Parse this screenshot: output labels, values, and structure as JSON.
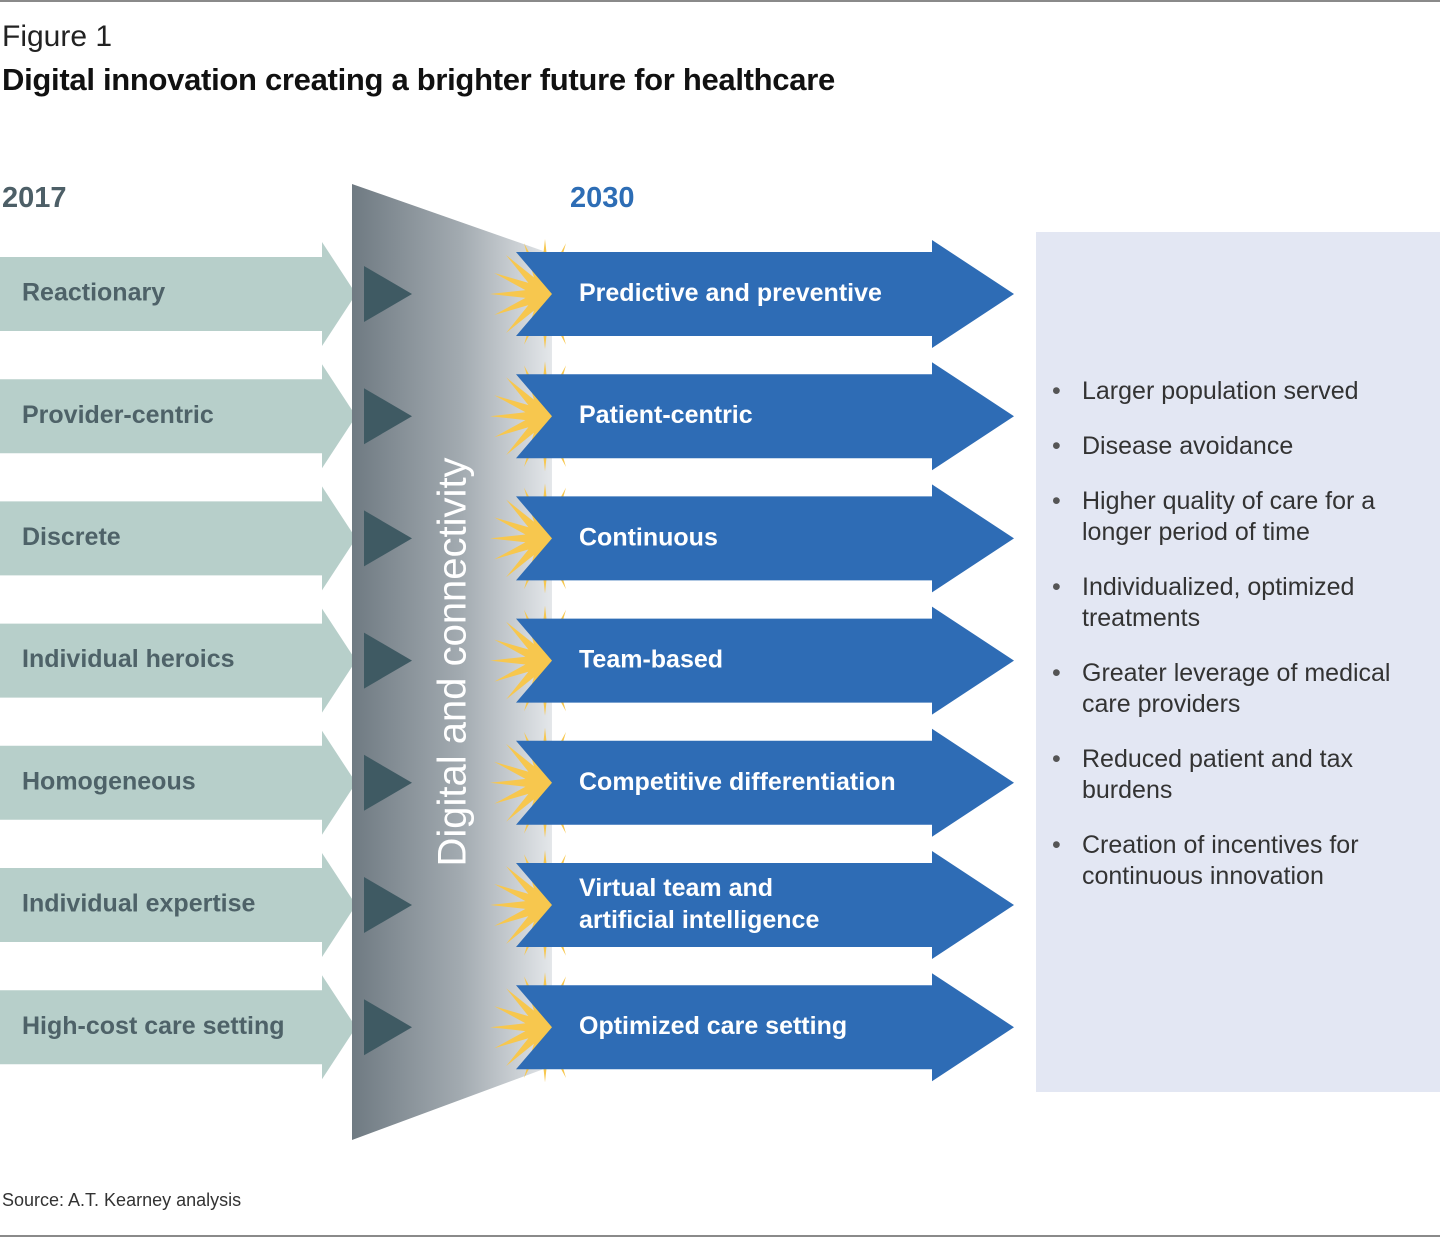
{
  "figure_label": "Figure 1",
  "title": "Digital innovation creating a brighter future for healthcare",
  "year_left": "2017",
  "year_right": "2030",
  "funnel_label": "Digital and connectivity",
  "rows": [
    {
      "from": "Reactionary",
      "to": [
        "Predictive and preventive"
      ]
    },
    {
      "from": "Provider-centric",
      "to": [
        "Patient-centric"
      ]
    },
    {
      "from": "Discrete",
      "to": [
        "Continuous"
      ]
    },
    {
      "from": "Individual heroics",
      "to": [
        "Team-based"
      ]
    },
    {
      "from": "Homogeneous",
      "to": [
        "Competitive differentiation"
      ]
    },
    {
      "from": "Individual expertise",
      "to": [
        "Virtual team and",
        "artificial intelligence"
      ]
    },
    {
      "from": "High-cost care setting",
      "to": [
        "Optimized care setting"
      ]
    }
  ],
  "benefits": [
    "Larger population served",
    "Disease avoidance",
    "Higher quality of care for a longer period of time",
    "Individualized, optimized treatments",
    "Greater leverage of medical care providers",
    "Reduced patient and tax burdens",
    "Creation of incentives for continuous innovation"
  ],
  "bullet_glyph": "•",
  "source": "Source: A.T. Kearney analysis",
  "colors": {
    "left_arrow": "#b7cfca",
    "left_text": "#4e6268",
    "pointer": "#3f5a63",
    "right_arrow": "#2e6cb5",
    "right_text": "#ffffff",
    "burst": "#f7c74e",
    "panel": "#e3e7f3",
    "year_2017": "#4d5f67",
    "year_2030": "#2d6db5"
  }
}
